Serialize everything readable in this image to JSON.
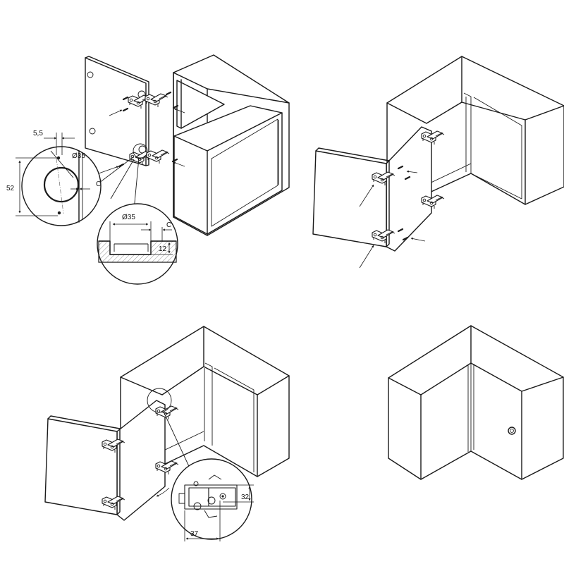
{
  "labels": {
    "dim_5_5": "5,5",
    "dim_d35_top": "Ø35",
    "dim_52": "52",
    "dim_c_circle": "C",
    "dim_d35_section": "Ø35",
    "dim_c_section": "C",
    "dim_12": "12",
    "dim_32": "32",
    "dim_37": "37"
  },
  "colors": {
    "line": "#1a1a1a",
    "section_hatch": "#d9d9d9",
    "background": "#ffffff"
  },
  "icons": [
    "cup-hinge-icon",
    "screw-icon",
    "door-knob-icon"
  ]
}
